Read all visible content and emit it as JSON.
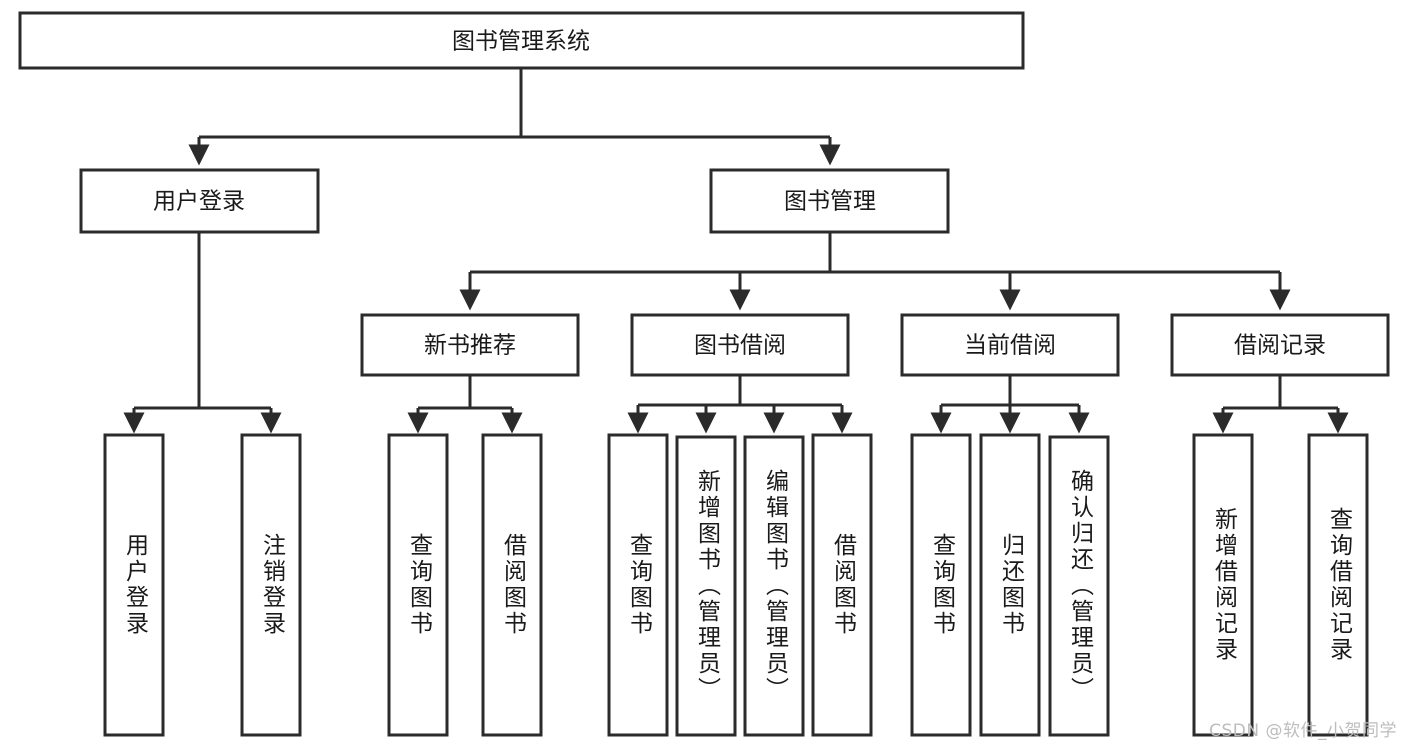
{
  "diagram": {
    "title": "图书管理系统",
    "watermark": "CSDN @软件_小贺同学",
    "accent_color": "#2b2b2b",
    "box_fill": "#ffffff",
    "nodes": {
      "root": {
        "label": "图书管理系统",
        "orientation": "horizontal"
      },
      "l2": [
        {
          "label": "用户登录",
          "orientation": "horizontal"
        },
        {
          "label": "图书管理",
          "orientation": "horizontal"
        }
      ],
      "l3": [
        {
          "label": "新书推荐",
          "orientation": "horizontal"
        },
        {
          "label": "图书借阅",
          "orientation": "horizontal"
        },
        {
          "label": "当前借阅",
          "orientation": "horizontal"
        },
        {
          "label": "借阅记录",
          "orientation": "horizontal"
        }
      ],
      "leaves_user_login": [
        {
          "label": "用户登录",
          "orientation": "vertical"
        },
        {
          "label": "注销登录",
          "orientation": "vertical"
        }
      ],
      "leaves_new_book": [
        {
          "label": "查询图书",
          "orientation": "vertical"
        },
        {
          "label": "借阅图书",
          "orientation": "vertical"
        }
      ],
      "leaves_borrow": [
        {
          "label": "查询图书",
          "orientation": "vertical"
        },
        {
          "label": "新增图书（管理员）",
          "orientation": "vertical"
        },
        {
          "label": "编辑图书（管理员）",
          "orientation": "vertical"
        },
        {
          "label": "借阅图书",
          "orientation": "vertical"
        }
      ],
      "leaves_current": [
        {
          "label": "查询图书",
          "orientation": "vertical"
        },
        {
          "label": "归还图书",
          "orientation": "vertical"
        },
        {
          "label": "确认归还（管理员）",
          "orientation": "vertical"
        }
      ],
      "leaves_records": [
        {
          "label": "新增借阅记录",
          "orientation": "vertical"
        },
        {
          "label": "查询借阅记录",
          "orientation": "vertical"
        }
      ]
    }
  }
}
